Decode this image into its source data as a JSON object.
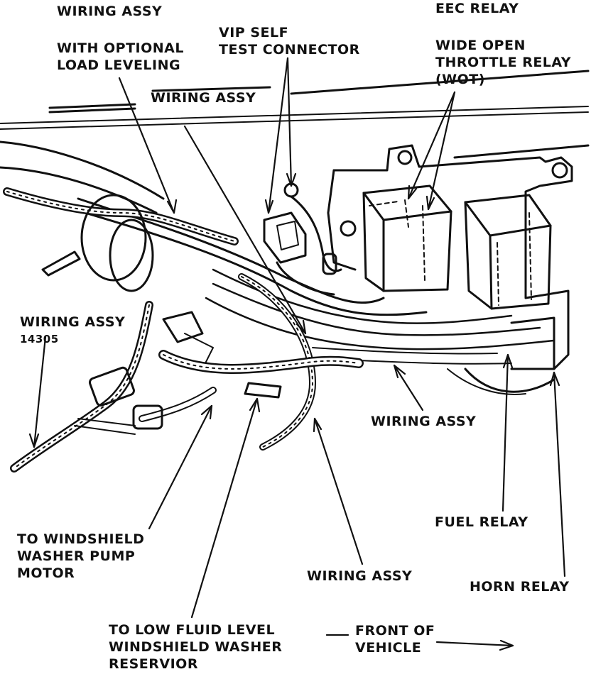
{
  "labels": {
    "wiring_assy_load_leveling": [
      "WIRING ASSY",
      "WITH OPTIONAL",
      "LOAD LEVELING"
    ],
    "vip_connector": [
      "VIP SELF",
      "TEST CONNECTOR"
    ],
    "eec_relay": "EEC RELAY",
    "wot_relay": [
      "WIDE OPEN",
      "THROTTLE RELAY",
      "(WOT)"
    ],
    "wiring_assy_top": "WIRING ASSY",
    "wiring_assy_14305": [
      "WIRING ASSY",
      "14305"
    ],
    "wiring_assy_right": "WIRING ASSY",
    "fuel_relay": "FUEL RELAY",
    "horn_relay": "HORN RELAY",
    "wiring_assy_bottom": "WIRING ASSY",
    "washer_pump": [
      "TO WINDSHIELD",
      "WASHER PUMP",
      "MOTOR"
    ],
    "low_fluid": [
      "TO LOW FLUID LEVEL",
      "WINDSHIELD WASHER",
      "RESERVIOR"
    ],
    "front_of_vehicle": [
      "FRONT OF",
      "VEHICLE"
    ]
  },
  "colors": {
    "ink": "#111111",
    "paper": "#ffffff"
  }
}
